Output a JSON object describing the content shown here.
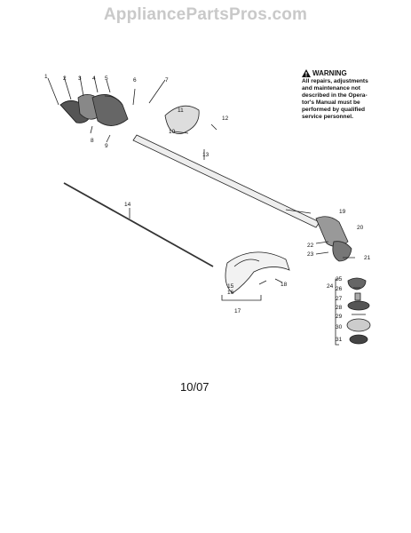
{
  "watermark": "AppliancePartsPros.com",
  "warning": {
    "title": "WARNING",
    "lines": [
      "All repairs, adjustments",
      "and maintenance not",
      "described in the Opera-",
      "tor's Manual must be",
      "performed by qualified",
      "service personnel."
    ]
  },
  "date_code": "10/07",
  "callouts": [
    "1",
    "2",
    "3",
    "4",
    "5",
    "6",
    "7",
    "8",
    "9",
    "10",
    "11",
    "12",
    "13",
    "14",
    "15",
    "16",
    "17",
    "18",
    "19",
    "20",
    "21",
    "22",
    "23",
    "24",
    "25",
    "26",
    "27",
    "28",
    "29",
    "30",
    "31"
  ]
}
